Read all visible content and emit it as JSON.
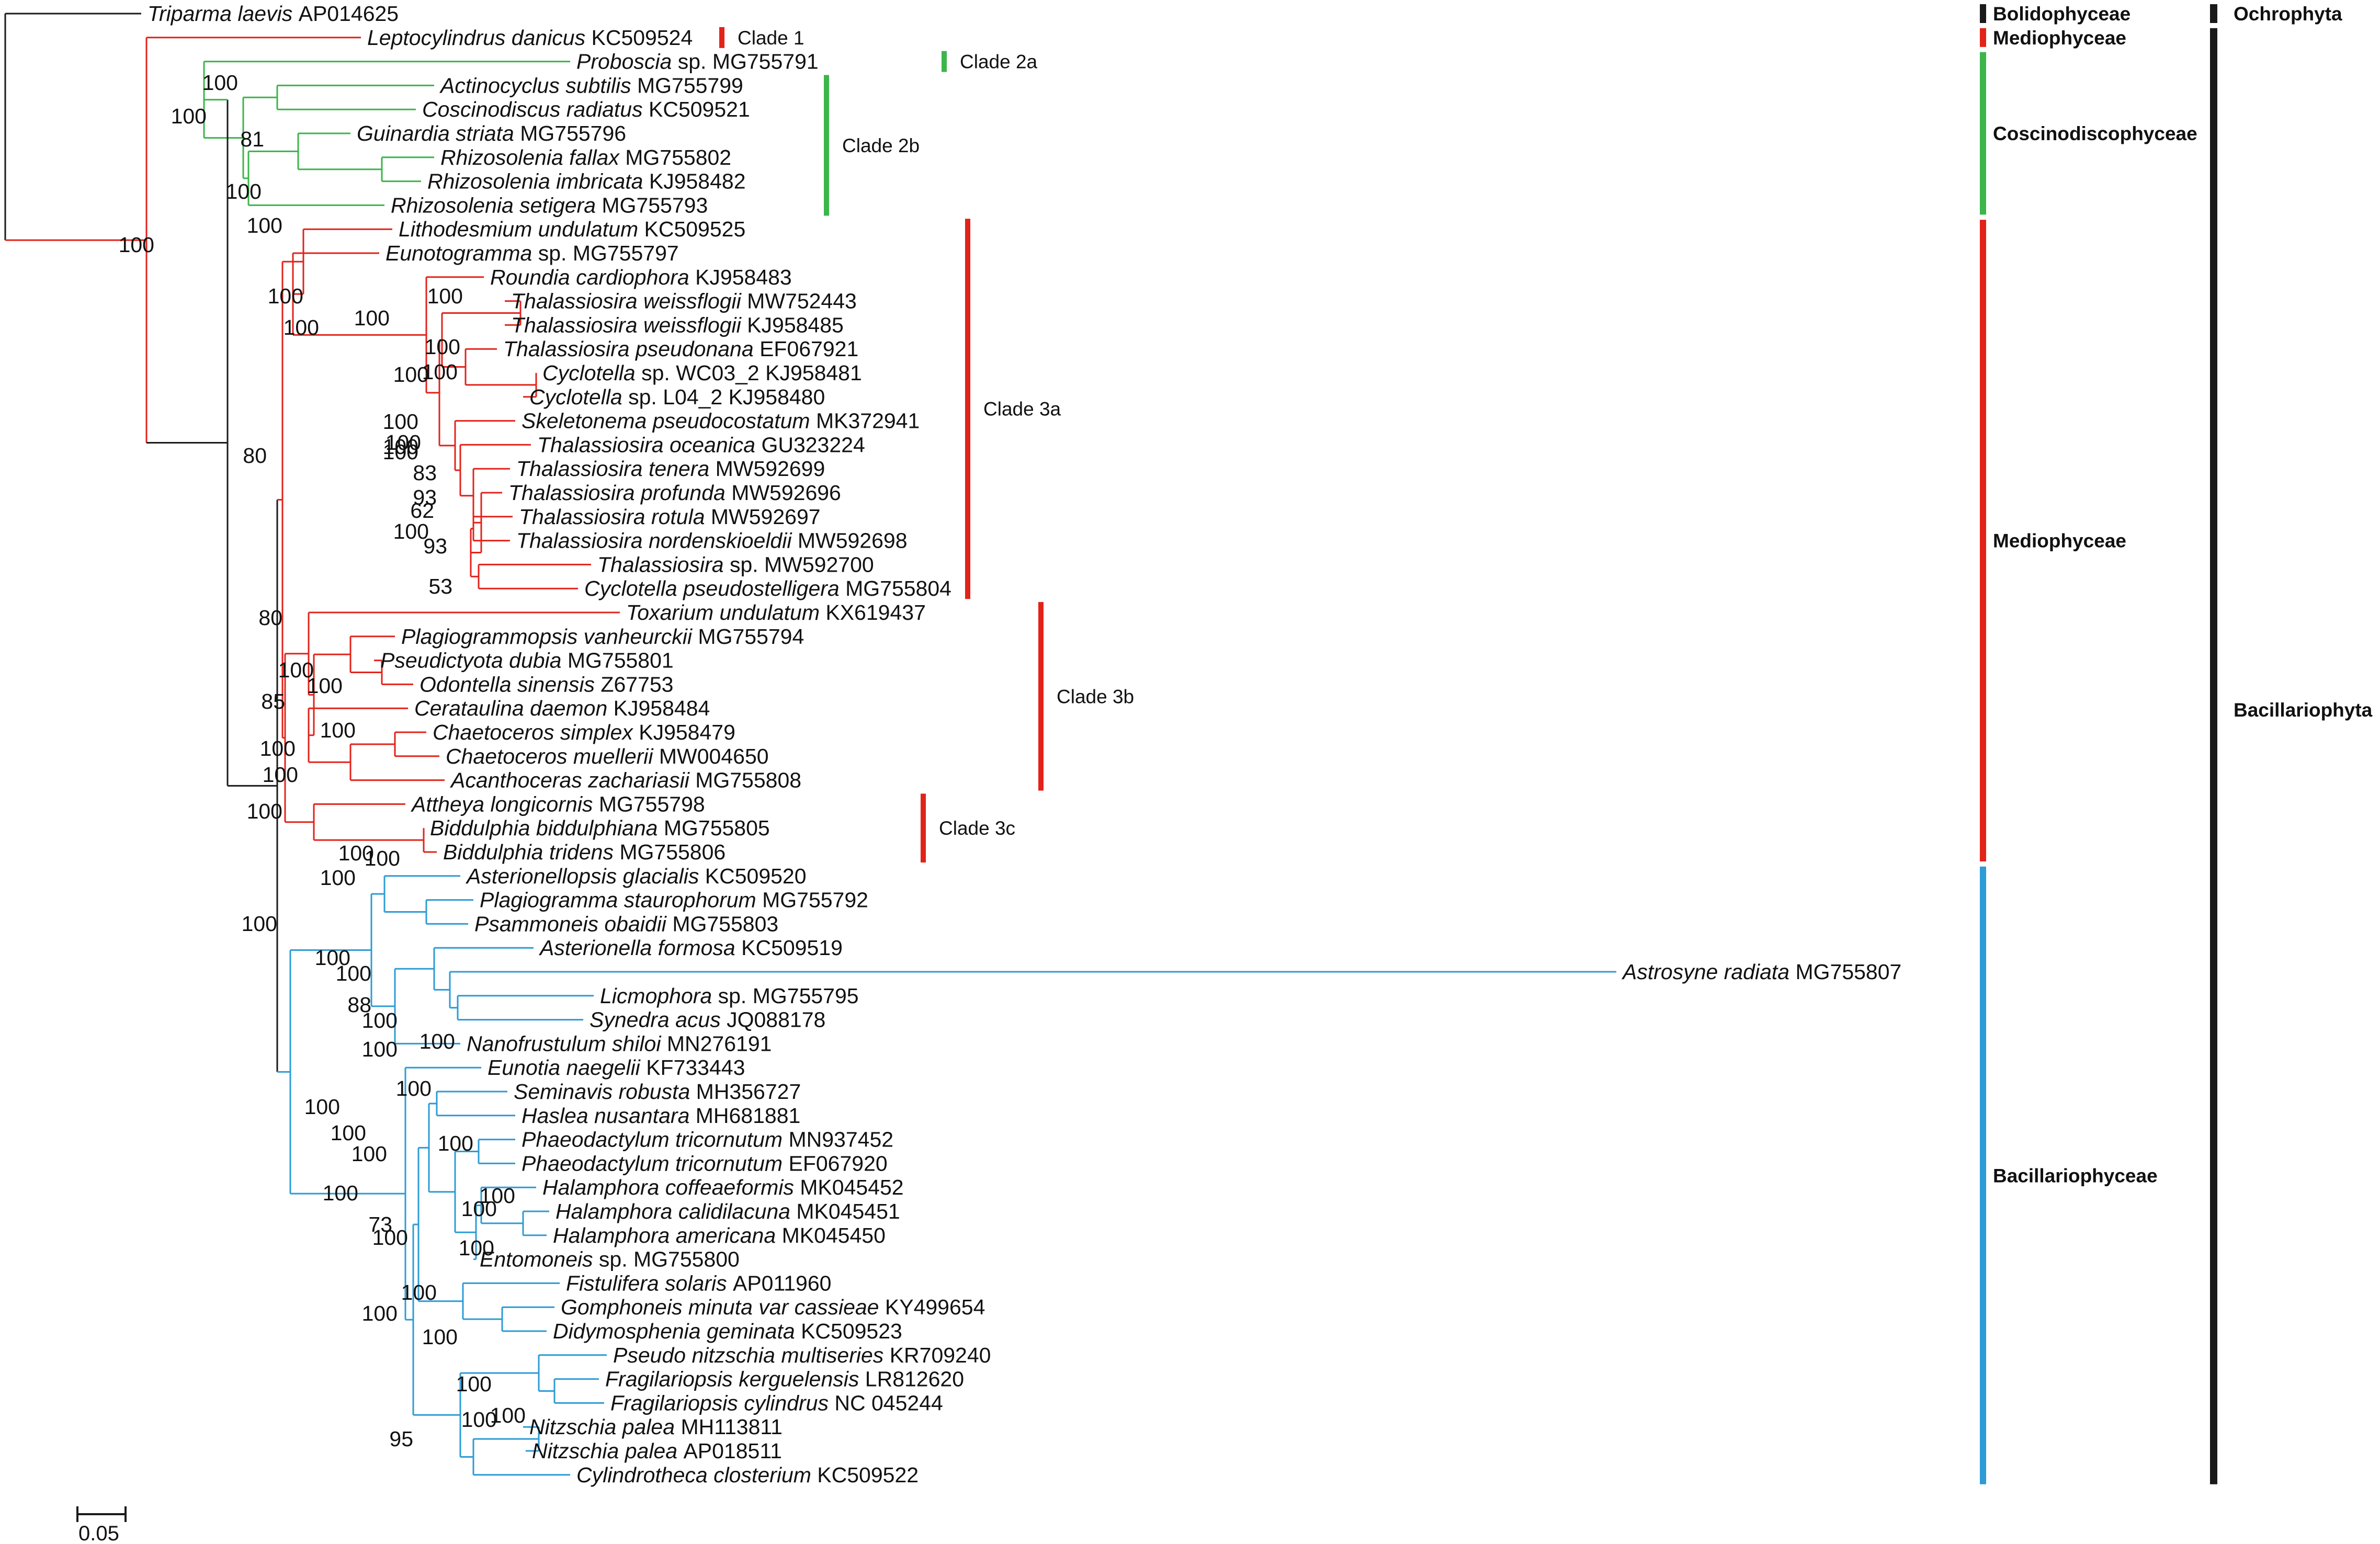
{
  "colors": {
    "black": "#1a1a1a",
    "red": "#e2231a",
    "green": "#3cb54a",
    "blue": "#2d9bd6"
  },
  "taxa": [
    {
      "genus": "Triparma",
      "epithet": "laevis",
      "acc": "AP014625",
      "red": false
    },
    {
      "genus": "Leptocylindrus",
      "epithet": "danicus",
      "acc": "KC509524",
      "red": false
    },
    {
      "genus": "Proboscia",
      "epithet": "sp.",
      "acc": "MG755791",
      "red": false
    },
    {
      "genus": "Actinocyclus",
      "epithet": "subtilis",
      "acc": "MG755799",
      "red": false
    },
    {
      "genus": "Coscinodiscus",
      "epithet": "radiatus",
      "acc": "KC509521",
      "red": false
    },
    {
      "genus": "Guinardia",
      "epithet": "striata",
      "acc": "MG755796",
      "red": false
    },
    {
      "genus": "Rhizosolenia",
      "epithet": "fallax",
      "acc": "MG755802",
      "red": false
    },
    {
      "genus": "Rhizosolenia",
      "epithet": "imbricata",
      "acc": "KJ958482",
      "red": false
    },
    {
      "genus": "Rhizosolenia",
      "epithet": "setigera",
      "acc": "MG755793",
      "red": false
    },
    {
      "genus": "Lithodesmium",
      "epithet": "undulatum",
      "acc": "KC509525",
      "red": false
    },
    {
      "genus": "Eunotogramma",
      "epithet": "sp.",
      "acc": "MG755797",
      "red": false
    },
    {
      "genus": "Roundia",
      "epithet": "cardiophora",
      "acc": "KJ958483",
      "red": false
    },
    {
      "genus": "Thalassiosira",
      "epithet": "weissflogii",
      "acc": "MW752443",
      "red": true
    },
    {
      "genus": "Thalassiosira",
      "epithet": "weissflogii",
      "acc": "KJ958485",
      "red": false
    },
    {
      "genus": "Thalassiosira",
      "epithet": "pseudonana",
      "acc": "EF067921",
      "red": false
    },
    {
      "genus": "Cyclotella",
      "epithet": "sp. WC03_2",
      "acc": "KJ958481",
      "red": false
    },
    {
      "genus": "Cyclotella",
      "epithet": "sp. L04_2",
      "acc": "KJ958480",
      "red": false
    },
    {
      "genus": "Skeletonema",
      "epithet": "pseudocostatum",
      "acc": "MK372941",
      "red": false
    },
    {
      "genus": "Thalassiosira",
      "epithet": "oceanica",
      "acc": "GU323224",
      "red": false
    },
    {
      "genus": "Thalassiosira",
      "epithet": "tenera",
      "acc": "MW592699",
      "red": true
    },
    {
      "genus": "Thalassiosira",
      "epithet": "profunda",
      "acc": "MW592696",
      "red": true
    },
    {
      "genus": "Thalassiosira",
      "epithet": "rotula",
      "acc": "MW592697",
      "red": true
    },
    {
      "genus": "Thalassiosira",
      "epithet": "nordenskioeldii",
      "acc": "MW592698",
      "red": true
    },
    {
      "genus": "Thalassiosira",
      "epithet": "sp.",
      "acc": "MW592700",
      "red": true
    },
    {
      "genus": "Cyclotella",
      "epithet": "pseudostelligera",
      "acc": "MG755804",
      "red": false
    },
    {
      "genus": "Toxarium",
      "epithet": "undulatum",
      "acc": "KX619437",
      "red": false
    },
    {
      "genus": "Plagiogrammopsis",
      "epithet": "vanheurckii",
      "acc": "MG755794",
      "red": false
    },
    {
      "genus": "Pseudictyota",
      "epithet": "dubia",
      "acc": "MG755801",
      "red": false
    },
    {
      "genus": "Odontella",
      "epithet": "sinensis",
      "acc": "Z67753",
      "red": false
    },
    {
      "genus": "Cerataulina",
      "epithet": "daemon",
      "acc": "KJ958484",
      "red": false
    },
    {
      "genus": "Chaetoceros",
      "epithet": "simplex",
      "acc": "KJ958479",
      "red": false
    },
    {
      "genus": "Chaetoceros",
      "epithet": "muellerii",
      "acc": "MW004650",
      "red": false
    },
    {
      "genus": "Acanthoceras",
      "epithet": "zachariasii",
      "acc": "MG755808",
      "red": false
    },
    {
      "genus": "Attheya",
      "epithet": "longicornis",
      "acc": "MG755798",
      "red": false
    },
    {
      "genus": "Biddulphia",
      "epithet": "biddulphiana",
      "acc": "MG755805",
      "red": false
    },
    {
      "genus": "Biddulphia",
      "epithet": "tridens",
      "acc": "MG755806",
      "red": false
    },
    {
      "genus": "Asterionellopsis",
      "epithet": "glacialis",
      "acc": "KC509520",
      "red": false
    },
    {
      "genus": "Plagiogramma",
      "epithet": "staurophorum",
      "acc": "MG755792",
      "red": false
    },
    {
      "genus": "Psammoneis",
      "epithet": "obaidii",
      "acc": "MG755803",
      "red": false
    },
    {
      "genus": "Asterionella",
      "epithet": "formosa",
      "acc": "KC509519",
      "red": false
    },
    {
      "genus": "Astrosyne",
      "epithet": "radiata",
      "acc": "MG755807",
      "red": false
    },
    {
      "genus": "Licmophora",
      "epithet": "sp.",
      "acc": "MG755795",
      "red": false
    },
    {
      "genus": "Synedra",
      "epithet": "acus",
      "acc": "JQ088178",
      "red": false
    },
    {
      "genus": "Nanofrustulum",
      "epithet": "shiloi",
      "acc": "MN276191",
      "red": false
    },
    {
      "genus": "Eunotia",
      "epithet": "naegelii",
      "acc": "KF733443",
      "red": false
    },
    {
      "genus": "Seminavis",
      "epithet": "robusta",
      "acc": "MH356727",
      "red": false
    },
    {
      "genus": "Haslea",
      "epithet": "nusantara",
      "acc": "MH681881",
      "red": false
    },
    {
      "genus": "Phaeodactylum",
      "epithet": "tricornutum",
      "acc": "MN937452",
      "red": false
    },
    {
      "genus": "Phaeodactylum",
      "epithet": "tricornutum",
      "acc": "EF067920",
      "red": false
    },
    {
      "genus": "Halamphora",
      "epithet": "coffeaeformis",
      "acc": "MK045452",
      "red": false
    },
    {
      "genus": "Halamphora",
      "epithet": "calidilacuna",
      "acc": "MK045451",
      "red": false
    },
    {
      "genus": "Halamphora",
      "epithet": "americana",
      "acc": "MK045450",
      "red": false
    },
    {
      "genus": "Entomoneis",
      "epithet": "sp.",
      "acc": "MG755800",
      "red": false
    },
    {
      "genus": "Fistulifera",
      "epithet": "solaris",
      "acc": "AP011960",
      "red": false
    },
    {
      "genus": "Gomphoneis",
      "epithet": "minuta var cassieae",
      "acc": "KY499654",
      "red": false
    },
    {
      "genus": "Didymosphenia",
      "epithet": "geminata",
      "acc": "KC509523",
      "red": false
    },
    {
      "genus": "Pseudo nitzschia",
      "epithet": "multiseries",
      "acc": "KR709240",
      "red": false
    },
    {
      "genus": "Fragilariopsis",
      "epithet": "kerguelensis",
      "acc": "LR812620",
      "red": false
    },
    {
      "genus": "Fragilariopsis",
      "epithet": "cylindrus",
      "acc": "NC 045244",
      "red": false
    },
    {
      "genus": "Nitzschia",
      "epithet": "palea",
      "acc": "MH113811",
      "red": false
    },
    {
      "genus": "Nitzschia",
      "epithet": "palea",
      "acc": "AP018511",
      "red": false
    },
    {
      "genus": "Cylindrotheca",
      "epithet": "closterium",
      "acc": "KC509522",
      "red": false
    }
  ],
  "bootstrap_labels": [
    "100",
    "100",
    "81",
    "100",
    "100",
    "100",
    "100",
    "100",
    "100",
    "100",
    "100",
    "100",
    "100",
    "100",
    "100",
    "100",
    "100",
    "83",
    "93",
    "62",
    "100",
    "93",
    "53",
    "80",
    "80",
    "100",
    "100",
    "85",
    "100",
    "100",
    "100",
    "100",
    "100",
    "100",
    "100",
    "100",
    "100",
    "100",
    "100",
    "88",
    "100",
    "100",
    "100",
    "100",
    "100",
    "100",
    "100",
    "100",
    "100",
    "100",
    "100",
    "73",
    "100",
    "100",
    "100",
    "100",
    "100",
    "100",
    "100",
    "95"
  ],
  "clades": [
    {
      "label": "Clade 1",
      "color": "red"
    },
    {
      "label": "Clade 2a",
      "color": "green"
    },
    {
      "label": "Clade 2b",
      "color": "green"
    },
    {
      "label": "Clade 3a",
      "color": "red"
    },
    {
      "label": "Clade 3b",
      "color": "red"
    },
    {
      "label": "Clade 3c",
      "color": "red"
    }
  ],
  "classes": [
    {
      "label": "Bolidophyceae",
      "color": "black"
    },
    {
      "label": "Mediophyceae",
      "color": "red"
    },
    {
      "label": "Coscinodiscophyceae",
      "color": "green"
    },
    {
      "label": "Mediophyceae",
      "color": "red"
    },
    {
      "label": "Bacillariophyceae",
      "color": "blue"
    }
  ],
  "phyla": [
    {
      "label": "Ochrophyta"
    },
    {
      "label": "Bacillariophyta"
    }
  ],
  "scale_bar": {
    "label": "0.05"
  }
}
